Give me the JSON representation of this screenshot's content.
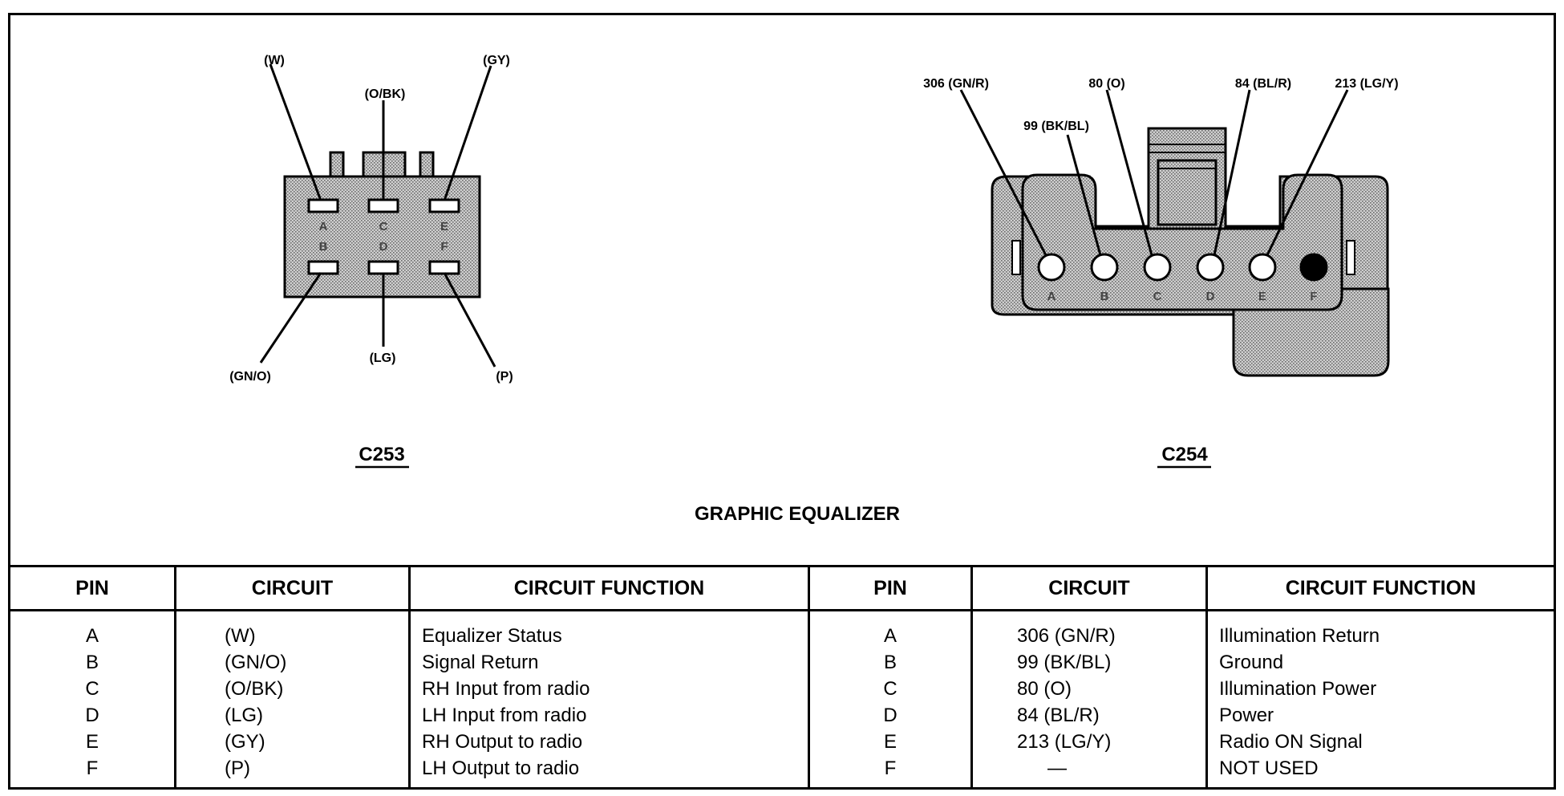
{
  "title": "GRAPHIC EQUALIZER",
  "c253": {
    "name": "C253",
    "pin_letters": [
      "A",
      "B",
      "C",
      "D",
      "E",
      "F"
    ],
    "wire_labels": {
      "W": "(W)",
      "O_BK": "(O/BK)",
      "GY": "(GY)",
      "GN_O": "(GN/O)",
      "LG": "(LG)",
      "P": "(P)"
    }
  },
  "c254": {
    "name": "C254",
    "pin_letters": [
      "A",
      "B",
      "C",
      "D",
      "E",
      "F"
    ],
    "wire_labels": {
      "A": "306 (GN/R)",
      "B": "99 (BK/BL)",
      "C": "80 (O)",
      "D": "84 (BL/R)",
      "E": "213 (LG/Y)"
    }
  },
  "table": {
    "headers": [
      "PIN",
      "CIRCUIT",
      "CIRCUIT FUNCTION",
      "PIN",
      "CIRCUIT",
      "CIRCUIT FUNCTION"
    ],
    "left": {
      "pins": [
        "A",
        "B",
        "C",
        "D",
        "E",
        "F"
      ],
      "circuits": [
        "(W)",
        "(GN/O)",
        "(O/BK)",
        "(LG)",
        "(GY)",
        "(P)"
      ],
      "functions": [
        "Equalizer Status",
        "Signal Return",
        "RH Input from radio",
        "LH Input from radio",
        "RH Output to radio",
        "LH Output to radio"
      ]
    },
    "right": {
      "pins": [
        "A",
        "B",
        "C",
        "D",
        "E",
        "F"
      ],
      "circuits": [
        "306 (GN/R)",
        "99 (BK/BL)",
        "80 (O)",
        "84 (BL/R)",
        "213 (LG/Y)",
        "—"
      ],
      "functions": [
        "Illumination Return",
        "Ground",
        "Illumination Power",
        "Power",
        "Radio ON Signal",
        "NOT USED"
      ]
    }
  }
}
